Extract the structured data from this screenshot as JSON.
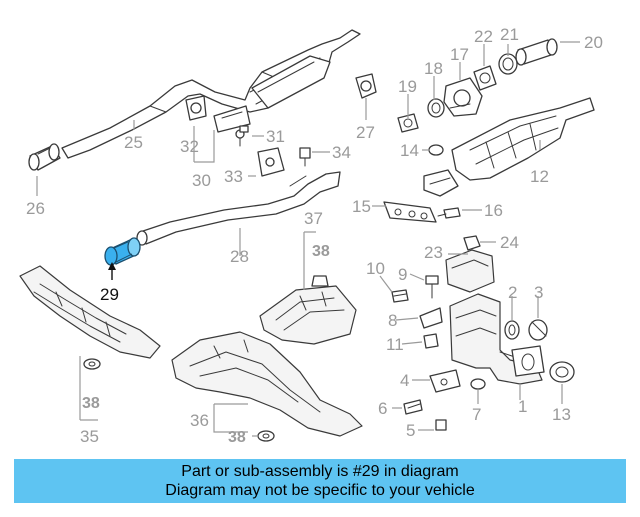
{
  "diagram": {
    "highlight_color": "#3ab0ee",
    "label_color": "#9a9a9a",
    "highlight_label_color": "#111111",
    "callouts": {
      "n1": "1",
      "n2": "2",
      "n3": "3",
      "n4": "4",
      "n5": "5",
      "n6": "6",
      "n7": "7",
      "n8": "8",
      "n9": "9",
      "n10": "10",
      "n11": "11",
      "n12": "12",
      "n13": "13",
      "n14": "14",
      "n15": "15",
      "n16": "16",
      "n17": "17",
      "n18": "18",
      "n19": "19",
      "n20": "20",
      "n21": "21",
      "n22": "22",
      "n23": "23",
      "n24": "24",
      "n25": "25",
      "n26": "26",
      "n27": "27",
      "n28": "28",
      "n29": "29",
      "n30": "30",
      "n31": "31",
      "n32": "32",
      "n33": "33",
      "n34": "34",
      "n35": "35",
      "n36": "36",
      "n37": "37",
      "n38a": "38",
      "n38b": "38",
      "n38c": "38"
    }
  },
  "banner": {
    "line1": "Part or sub-assembly is #29 in diagram",
    "line2": "Diagram may not be specific to your vehicle",
    "background": "#5ec4f2"
  }
}
